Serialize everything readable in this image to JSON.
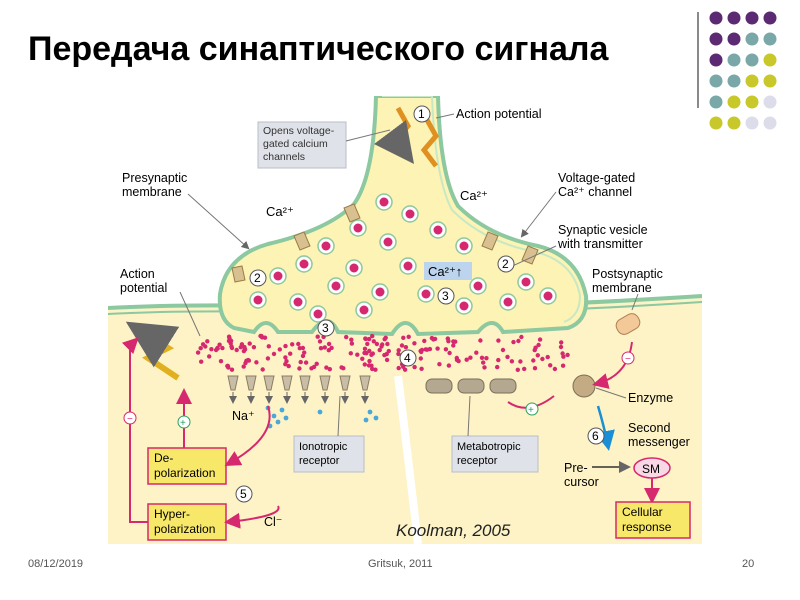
{
  "slide": {
    "title": "Передача синаптического сигнала",
    "footer_date": "08/12/2019",
    "footer_author": "Gritsuk, 2011",
    "page_number": "20"
  },
  "diagram": {
    "credit": "Koolman, 2005",
    "labels": {
      "opens_channels": [
        "Opens voltage-",
        "gated calcium",
        "channels"
      ],
      "action_potential_top": "Action potential",
      "presynaptic": [
        "Presynaptic",
        "membrane"
      ],
      "voltage_gated": [
        "Voltage-gated",
        "Ca²⁺ channel"
      ],
      "ca_left": "Ca²⁺",
      "ca_right": "Ca²⁺",
      "ca_center": "Ca²⁺↑",
      "vesicle": [
        "Synaptic vesicle",
        "with transmitter"
      ],
      "action_potential_left": [
        "Action",
        "potential"
      ],
      "postsynaptic": [
        "Postsynaptic",
        "membrane"
      ],
      "enzyme": "Enzyme",
      "second_messenger": [
        "Second",
        "messenger"
      ],
      "na": "Na⁺",
      "cl": "Cl⁻",
      "ionotropic": [
        "Ionotropic",
        "receptor"
      ],
      "metabotropic": [
        "Metabotropic",
        "receptor"
      ],
      "precursor": [
        "Pre-",
        "cursor"
      ],
      "sm": "SM",
      "depolarization": [
        "De-",
        "polarization"
      ],
      "hyperpolarization": [
        "Hyper-",
        "polarization"
      ],
      "cellular_response": [
        "Cellular",
        "response"
      ]
    },
    "steps": [
      "1",
      "2",
      "3",
      "4",
      "5",
      "6"
    ],
    "colors": {
      "membrane_fill": "#fdf3b4",
      "membrane_stroke": "#8cc8a0",
      "transmitter": "#d6286e",
      "arrow": "#d6286e",
      "box_fill": "#f8e86a",
      "box_stroke": "#d6286e",
      "callout": "#dfe2e8"
    }
  }
}
